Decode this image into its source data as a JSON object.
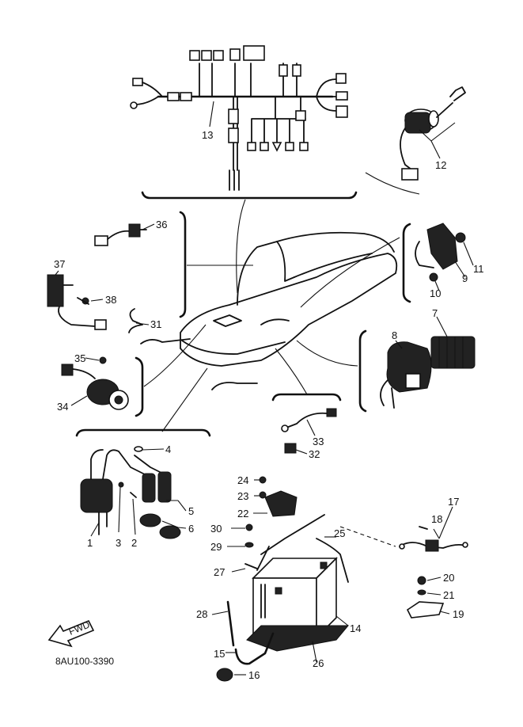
{
  "diagram": {
    "code": "8AU100-3390",
    "fwd_text": "FWD",
    "parts": [
      {
        "ref": "1"
      },
      {
        "ref": "2"
      },
      {
        "ref": "3"
      },
      {
        "ref": "4"
      },
      {
        "ref": "5"
      },
      {
        "ref": "6"
      },
      {
        "ref": "7"
      },
      {
        "ref": "8"
      },
      {
        "ref": "9"
      },
      {
        "ref": "10"
      },
      {
        "ref": "11"
      },
      {
        "ref": "12"
      },
      {
        "ref": "13"
      },
      {
        "ref": "14"
      },
      {
        "ref": "15"
      },
      {
        "ref": "16"
      },
      {
        "ref": "17"
      },
      {
        "ref": "18"
      },
      {
        "ref": "19"
      },
      {
        "ref": "20"
      },
      {
        "ref": "21"
      },
      {
        "ref": "22"
      },
      {
        "ref": "23"
      },
      {
        "ref": "24"
      },
      {
        "ref": "25"
      },
      {
        "ref": "26"
      },
      {
        "ref": "27"
      },
      {
        "ref": "28"
      },
      {
        "ref": "29"
      },
      {
        "ref": "30"
      },
      {
        "ref": "31"
      },
      {
        "ref": "32"
      },
      {
        "ref": "33"
      },
      {
        "ref": "34"
      },
      {
        "ref": "35"
      },
      {
        "ref": "36"
      },
      {
        "ref": "37"
      },
      {
        "ref": "38"
      }
    ]
  }
}
